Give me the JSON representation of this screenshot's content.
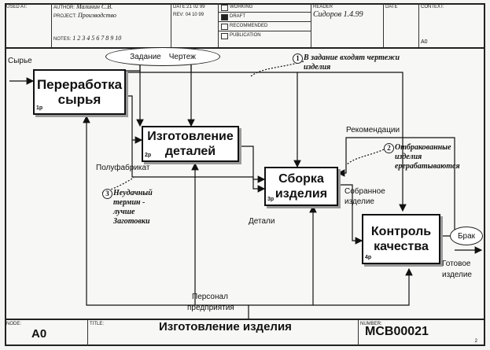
{
  "header": {
    "used_at_label": "USED AT:",
    "author_label": "AUTHOR:",
    "author_value": "Малинин С.В.",
    "project_label": "PROJECT:",
    "project_value": "Производство",
    "date_label": "DATE:",
    "date_value": "21 02 99",
    "rev_label": "REV:",
    "rev_value": "04 10 99",
    "notes_label": "NOTES:",
    "notes_value": "1 2 3 4 5 6 7 8 9 10",
    "working": "WORKING",
    "draft": "DRAFT",
    "recommended": "RECOMMENDED",
    "publication": "PUBLICATION",
    "reader_label": "READER",
    "reader_value": "Сидоров 1.4.99",
    "date2_label": "DATE",
    "context_label": "CONTEXT:",
    "node_a0": "A0"
  },
  "diagram": {
    "activities": [
      {
        "name": "Переработка сырья",
        "line1": "Переработка",
        "line2": "сырья",
        "num": "1р"
      },
      {
        "name": "Изготовление деталей",
        "line1": "Изготовление",
        "line2": "деталей",
        "num": "2р"
      },
      {
        "name": "Сборка изделия",
        "line1": "Сборка",
        "line2": "изделия",
        "num": "3р"
      },
      {
        "name": "Контроль качества",
        "line1": "Контроль",
        "line2": "качества",
        "num": "4р"
      }
    ],
    "arrows": {
      "raw": "Сырье",
      "task": "Задание",
      "drawing": "Чертеж",
      "semi": "Полуфабрикат",
      "parts": "Детали",
      "assembled1": "Собранное",
      "assembled2": "изделие",
      "recommendations": "Рекомендации",
      "reject": "Брак",
      "finished1": "Готовое",
      "finished2": "изделие",
      "staff1": "Персонал",
      "staff2": "предприятия"
    },
    "notes": [
      {
        "n": "1",
        "lines": [
          "В задание входят чертежи",
          "изделия"
        ]
      },
      {
        "n": "2",
        "lines": [
          "Отбракованные",
          "изделия",
          "ерерабатываются"
        ]
      },
      {
        "n": "3",
        "lines": [
          "Неудачный",
          "термин -",
          "лучше",
          "Заготовки"
        ]
      }
    ]
  },
  "footer": {
    "node_label": "NODE:",
    "node_value": "A0",
    "title_label": "TITLE:",
    "title_value": "Изготовление изделия",
    "number_label": "NUMBER:",
    "number_value": "MCB00021",
    "page": "2"
  }
}
